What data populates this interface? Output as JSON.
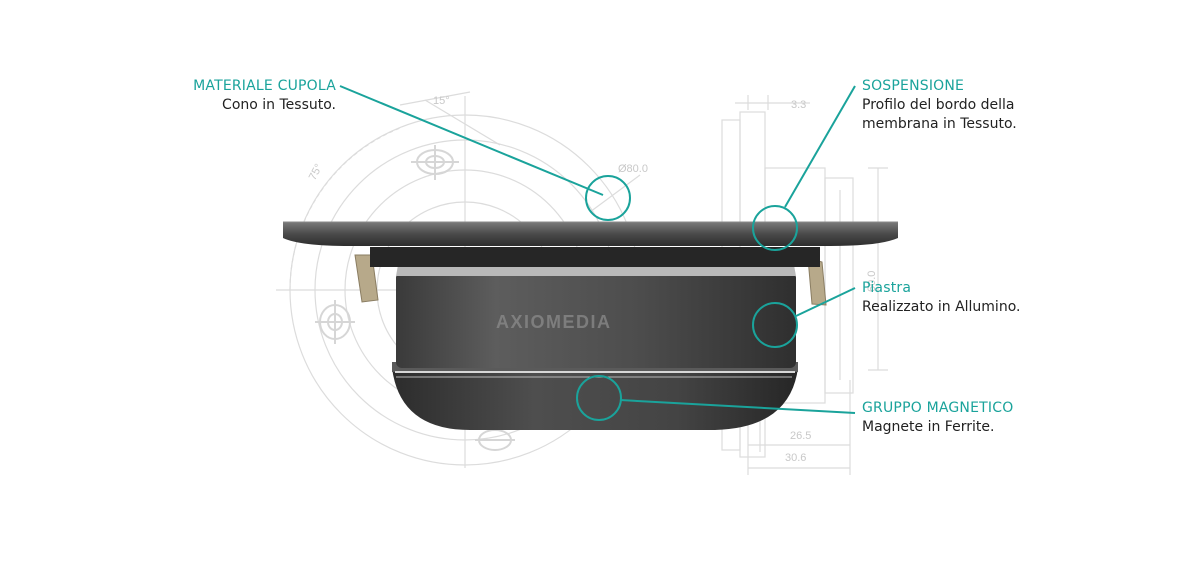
{
  "accent_color": "#1aa39b",
  "callouts": [
    {
      "id": "materiale-cupola",
      "title": "MATERIALE CUPOLA",
      "desc": "Cono in Tessuto."
    },
    {
      "id": "sospensione",
      "title": "SOSPENSIONE",
      "desc": "Profilo del bordo della\nmembrana in Tessuto."
    },
    {
      "id": "piastra",
      "title": "Piastra",
      "desc": "Realizzato in Allumino."
    },
    {
      "id": "gruppo-magnetico",
      "title": "GRUPPO MAGNETICO",
      "desc": "Magnete in Ferrite."
    }
  ],
  "dimensions": {
    "angle_15": "15°",
    "angle_75": "75°",
    "diameter": "Ø80.0",
    "d_3_3": "3.3",
    "d_60": "60.0",
    "d_26_5": "26.5",
    "d_30_6": "30.6"
  },
  "watermark": "AXIOMEDIA"
}
